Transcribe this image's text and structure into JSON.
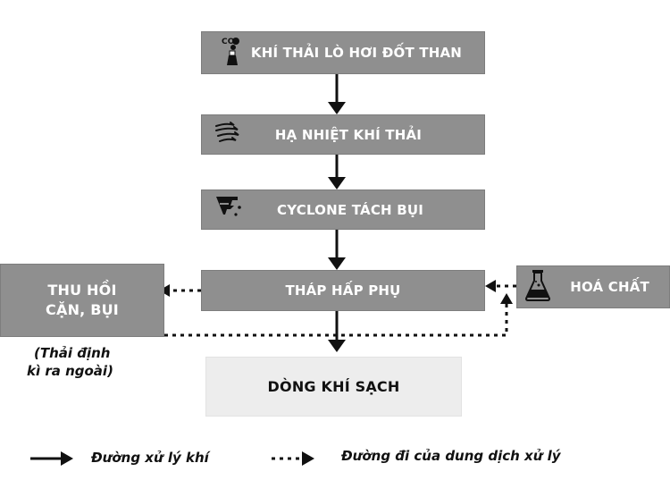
{
  "diagram": {
    "nodes": {
      "boiler_exhaust": "KHÍ THẢI LÒ HƠI ĐỐT THAN",
      "cooling": "HẠ NHIỆT KHÍ THẢI",
      "cyclone": "CYCLONE TÁCH BỤI",
      "absorption_tower": "THÁP HẤP PHỤ",
      "chemicals": "HOÁ CHẤT",
      "dust_recovery_line1": "THU HỒI",
      "dust_recovery_line2": "CẶN, BỤI",
      "clean_gas": "DÒNG KHÍ SẠCH"
    },
    "annotation": {
      "line1": "(Thải định",
      "line2": "kì ra ngoài)"
    },
    "icons": {
      "boiler": "chimney-smoke-icon",
      "cooling": "wind-icon",
      "cyclone": "cyclone-icon",
      "chemicals": "flask-icon"
    },
    "colors": {
      "box_fill": "#8f8f8f",
      "clean_box_fill": "#ededed",
      "line": "#111111"
    }
  },
  "legend": {
    "solid_label": "Đường xử lý khí",
    "dotted_label": "Đường đi của dung dịch xử lý"
  }
}
